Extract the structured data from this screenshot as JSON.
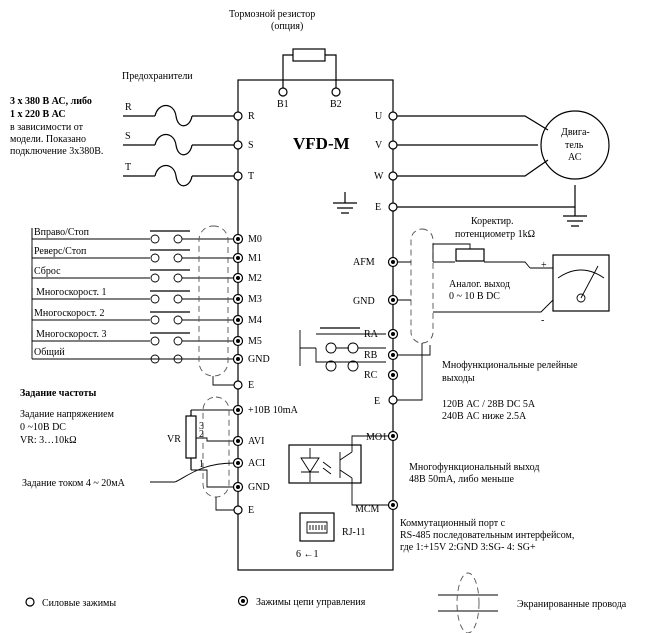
{
  "brake": {
    "title": "Тормозной резистор",
    "sub": "(опция)",
    "b1": "B1",
    "b2": "B2"
  },
  "fuses_label": "Предохранители",
  "supply": {
    "line1": "3 x 380 В АС, либо",
    "line2": "1 x 220 В АС",
    "line3": "в зависимости от",
    "line4": "модели. Показано",
    "line5": "подключение 3x380В."
  },
  "inputs": {
    "r": "R",
    "s": "S",
    "t": "T"
  },
  "vfd_title": "VFD-M",
  "left_terms": {
    "r": "R",
    "s": "S",
    "t": "T",
    "m0": "M0",
    "m1": "M1",
    "m2": "M2",
    "m3": "M3",
    "m4": "M4",
    "m5": "M5",
    "gnd": "GND",
    "e": "E",
    "v10": "+10В 10mA",
    "avi": "AVI",
    "aci": "ACI",
    "gnd2": "GND",
    "e2": "E"
  },
  "right_terms": {
    "u": "U",
    "v": "V",
    "w": "W",
    "e": "E",
    "afm": "AFM",
    "gnd": "GND",
    "ra": "RA",
    "rb": "RB",
    "rc": "RC",
    "e2": "E",
    "mo1": "MO1",
    "mcm": "MCM"
  },
  "motor": {
    "line1": "Двига-",
    "line2": "тель",
    "line3": "АС"
  },
  "switches": [
    "Вправо/Стоп",
    "Реверс/Стоп",
    "Сброс",
    "Многоскорост. 1",
    "Многоскорост. 2",
    "Многоскорост. 3",
    "Общий"
  ],
  "freq": {
    "heading": "Задание частоты",
    "v1": "Задание напряжением",
    "v2": "0 ~10В DC",
    "v3": "VR: 3…10kΩ",
    "vr": "VR",
    "current": "Задание током 4 ~ 20мА"
  },
  "pot_pins": {
    "p3": "3",
    "p2": "2",
    "p1": "1"
  },
  "afm_pot": {
    "line1": "Коректир.",
    "line2": "потенциометр 1kΩ"
  },
  "analog_out": {
    "line1": "Аналог. выход",
    "line2": "0 ~ 10 В DC",
    "plus": "+",
    "minus": "-"
  },
  "relay": {
    "line1": "Мнофункциональные релейные",
    "line2": "выходы",
    "line3": "120В АС / 28В DC 5A",
    "line4": "240В АС ниже 2.5А"
  },
  "mfo": {
    "line1": "Многофункциональный выход",
    "line2": "48В 50mA, либо меньше"
  },
  "rj11": {
    "label": "RJ-11",
    "pins": "6 ←1"
  },
  "comm": {
    "line1": "Коммутационный порт с",
    "line2": "RS-485  последовательным интерфейсом,",
    "line3": "где 1:+15V  2:GND   3:SG-   4: SG+"
  },
  "legend": {
    "power": "Силовые зажимы",
    "control": "Зажимы цепи управления",
    "shield": "Экранированные провода"
  }
}
